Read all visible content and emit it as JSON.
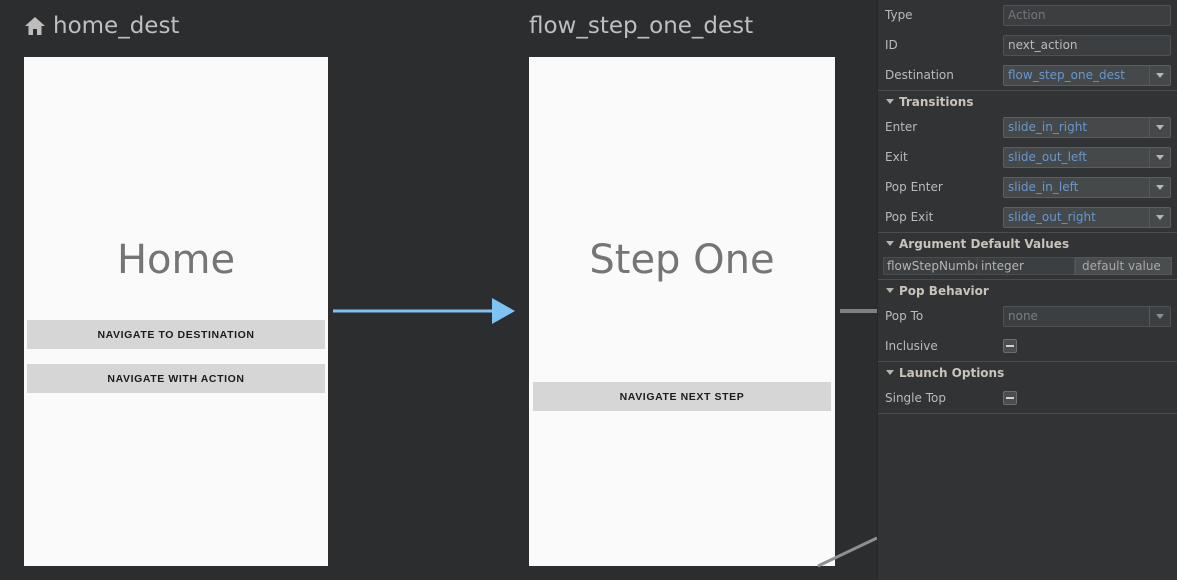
{
  "canvas": {
    "destinations": [
      {
        "id": "home_dest",
        "title": "home_dest",
        "icon": "home-icon",
        "has_icon": true,
        "screen_title": "Home",
        "buttons": [
          "NAVIGATE TO DESTINATION",
          "NAVIGATE WITH ACTION"
        ]
      },
      {
        "id": "flow_step_one_dest",
        "title": "flow_step_one_dest",
        "icon": "",
        "has_icon": false,
        "screen_title": "Step One",
        "buttons": [
          "NAVIGATE NEXT STEP"
        ]
      }
    ],
    "colors": {
      "background": "#2b2d2e",
      "card": "#fafafa",
      "selected_action_arrow": "#7fc3f2",
      "plain_action_arrow": "#808080",
      "button_fill": "#d6d6d6",
      "screen_title_text": "#757575"
    }
  },
  "inspector": {
    "fields": {
      "type_label": "Type",
      "type_placeholder": "Action",
      "id_label": "ID",
      "id_value": "next_action",
      "destination_label": "Destination",
      "destination_value": "flow_step_one_dest"
    },
    "transitions": {
      "header": "Transitions",
      "rows": [
        {
          "label": "Enter",
          "value": "slide_in_right"
        },
        {
          "label": "Exit",
          "value": "slide_out_left"
        },
        {
          "label": "Pop Enter",
          "value": "slide_in_left"
        },
        {
          "label": "Pop Exit",
          "value": "slide_out_right"
        }
      ]
    },
    "arguments": {
      "header": "Argument Default Values",
      "rows": [
        {
          "name": "flowStepNumbe",
          "type": "integer",
          "default_placeholder": "default value"
        }
      ]
    },
    "pop_behavior": {
      "header": "Pop Behavior",
      "pop_to_label": "Pop To",
      "pop_to_value": "none",
      "inclusive_label": "Inclusive",
      "inclusive_state": "indeterminate"
    },
    "launch_options": {
      "header": "Launch Options",
      "single_top_label": "Single Top",
      "single_top_state": "indeterminate"
    },
    "accent_color": "#6897d0",
    "section_header_color": "#c9c3ba"
  }
}
